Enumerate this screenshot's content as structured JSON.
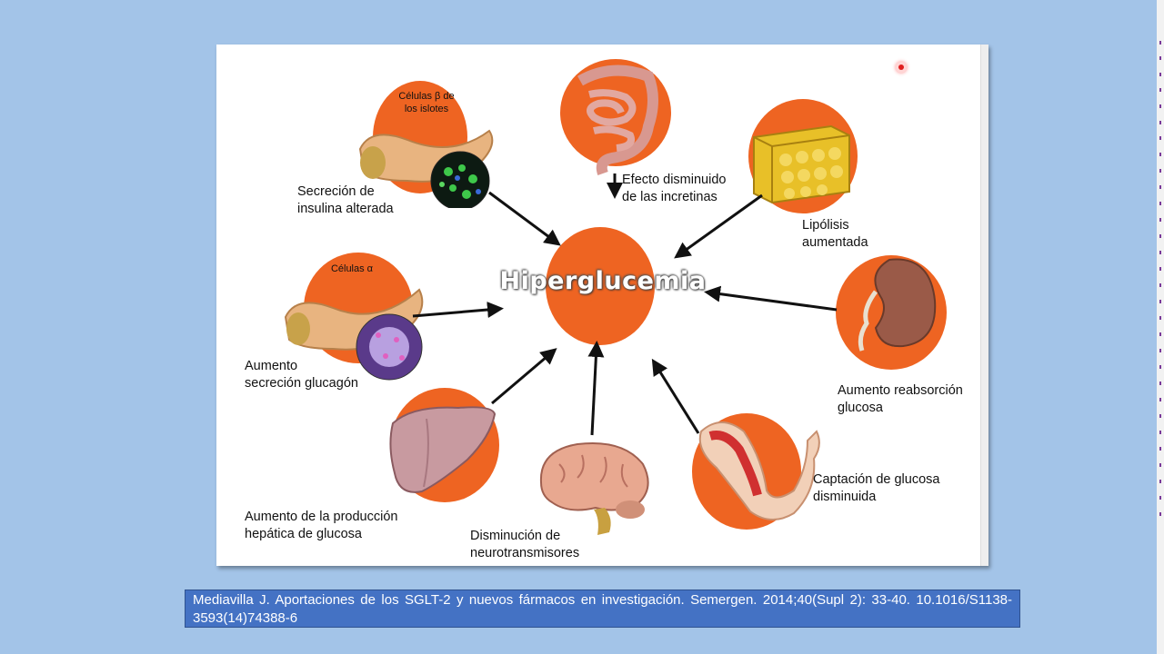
{
  "center": {
    "title": "Hiperglucemia"
  },
  "nodes": {
    "insulina": {
      "label": "Secreción de\ninsulina alterada",
      "sub_label": "Células β de\nlos islotes"
    },
    "incretinas": {
      "label": "Efecto disminuido\nde las incretinas"
    },
    "lipolisis": {
      "label": "Lipólisis\naumentada"
    },
    "glucagon": {
      "label": "Aumento\nsecreción glucagón",
      "sub_label": "Células α"
    },
    "reabsorcion": {
      "label": "Aumento reabsorción\nglucosa"
    },
    "hepatica": {
      "label": "Aumento de la producción\nhepática de glucosa"
    },
    "neuro": {
      "label": "Disminución de\nneurotransmisores"
    },
    "captacion": {
      "label": "Captación de glucosa\ndisminuida"
    }
  },
  "citation": "Mediavilla J. Aportaciones de los SGLT-2 y nuevos fármacos en investigación. Semergen. 2014;40(Supl 2): 33-40. 10.1016/S1138-3593(14)74388-6",
  "colors": {
    "accent": "#ee6422",
    "background": "#a3c4e8",
    "citation_bg": "#4472c4"
  }
}
